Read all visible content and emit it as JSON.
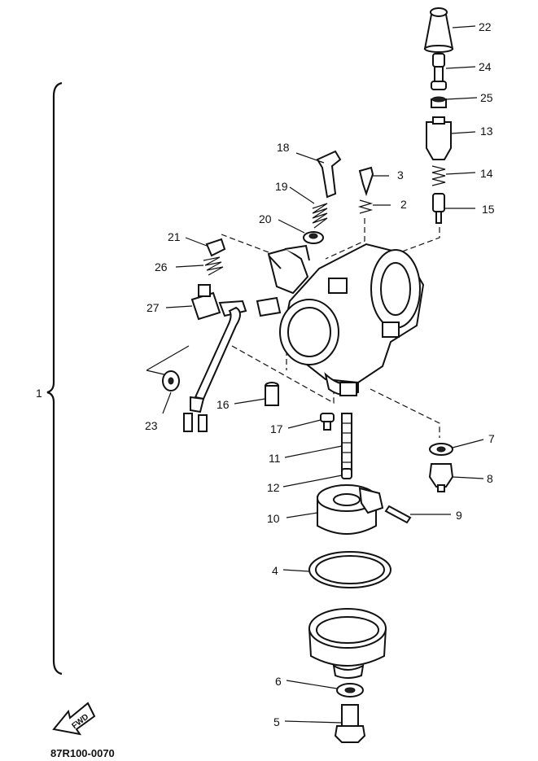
{
  "diagram": {
    "ref_code": "87R100-0070",
    "fwd_label": "FWD",
    "assembly_label": "1",
    "callouts": [
      "22",
      "24",
      "25",
      "13",
      "14",
      "15",
      "18",
      "3",
      "19",
      "2",
      "20",
      "21",
      "26",
      "27",
      "23",
      "16",
      "17",
      "11",
      "7",
      "8",
      "12",
      "10",
      "9",
      "4",
      "6",
      "5"
    ]
  }
}
